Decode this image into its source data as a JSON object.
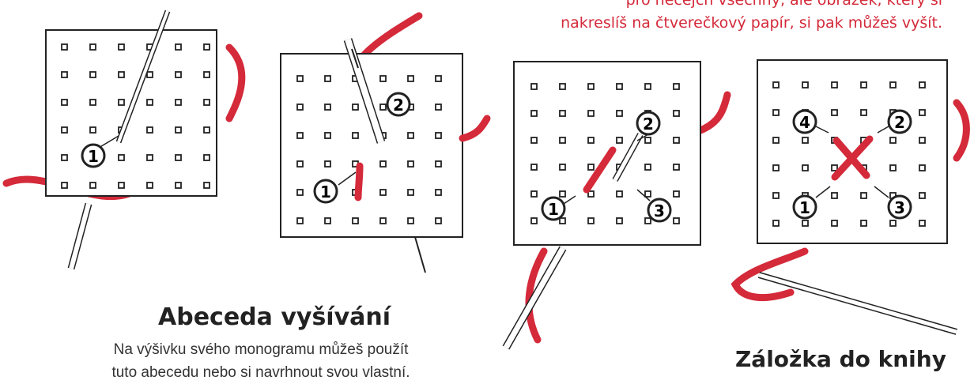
{
  "intro_text": {
    "line1": "pro něčejch všechny, ale obrázek, který si",
    "line2": "nakreslíš na čtverečkový papír, si pak můžeš vyšít."
  },
  "panels": [
    {
      "step_labels": [
        "1"
      ]
    },
    {
      "step_labels": [
        "1",
        "2"
      ]
    },
    {
      "step_labels": [
        "1",
        "2",
        "3"
      ]
    },
    {
      "step_labels": [
        "1",
        "2",
        "3",
        "4"
      ]
    }
  ],
  "section": {
    "title": "Abeceda vyšívání",
    "line1": "Na výšivku svého monogramu můžeš použít",
    "line2": "tuto abecedu nebo si navrhnout svou vlastní."
  },
  "bookmark_title": "Záložka do knihy",
  "colors": {
    "thread": "#d42a3a",
    "ink": "#222222"
  }
}
